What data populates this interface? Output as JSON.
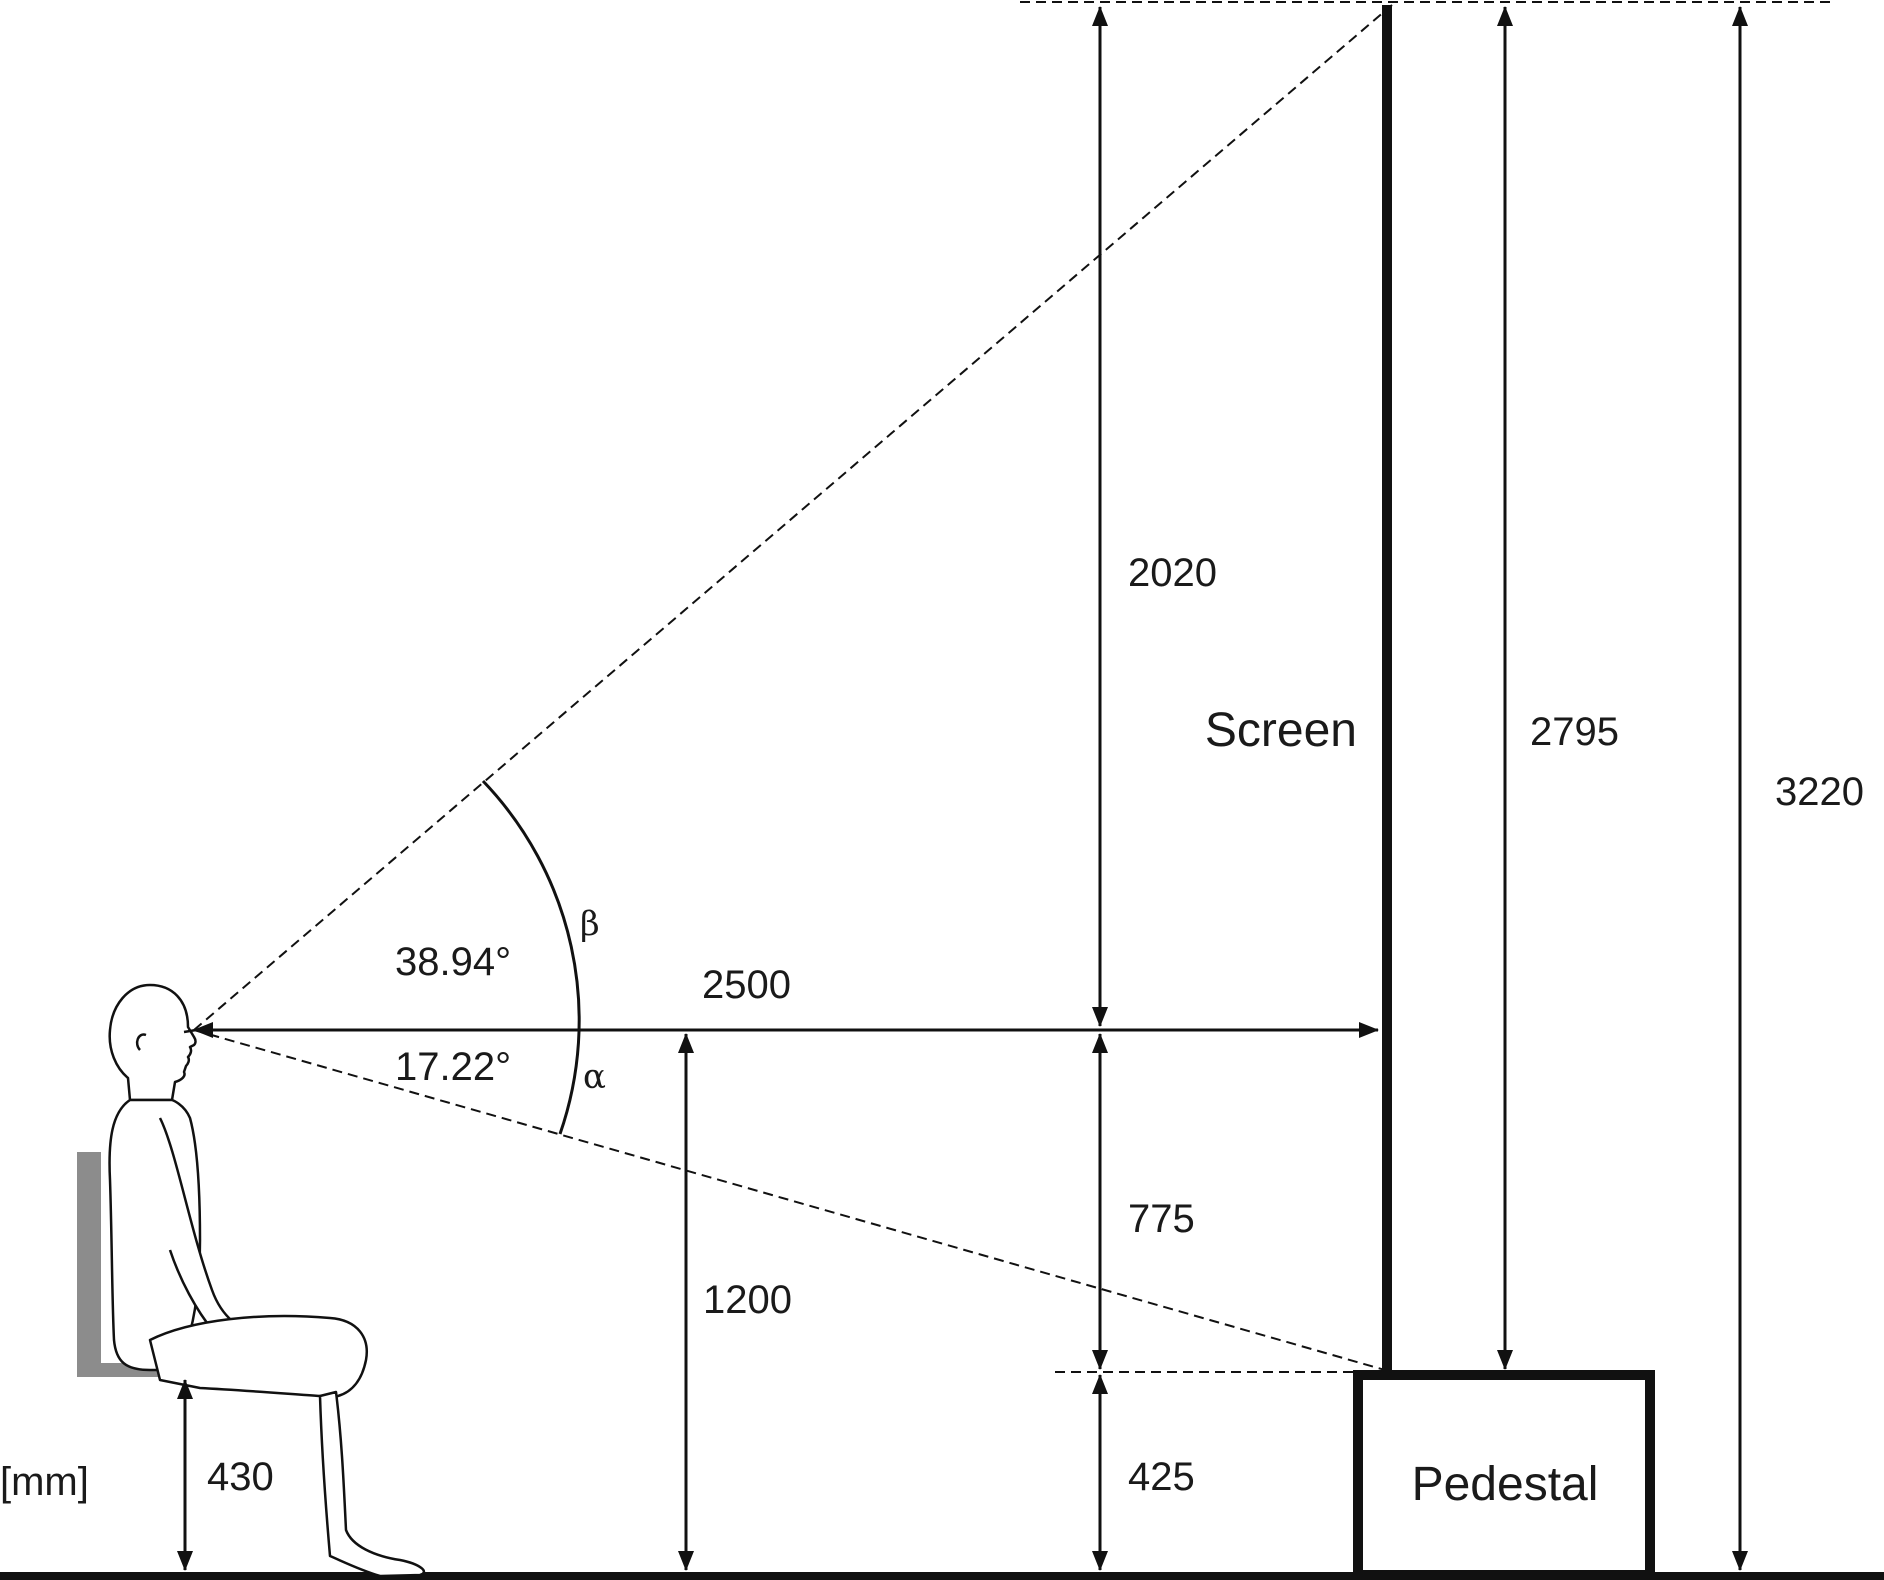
{
  "unit": "[mm]",
  "labels": {
    "screen": "Screen",
    "pedestal": "Pedestal"
  },
  "dimensions": {
    "screen_top_above_eye": "2020",
    "eye_to_screen_distance": "2500",
    "eye_above_pedestal": "775",
    "pedestal_height": "425",
    "eye_height": "1200",
    "seat_height": "430",
    "screen_height": "2795",
    "total_height": "3220"
  },
  "angles": {
    "upper_value": "38.94°",
    "upper_symbol": "β",
    "lower_value": "17.22°",
    "lower_symbol": "α"
  },
  "colors": {
    "ink": "#111111",
    "chair": "#8c8c8c"
  }
}
